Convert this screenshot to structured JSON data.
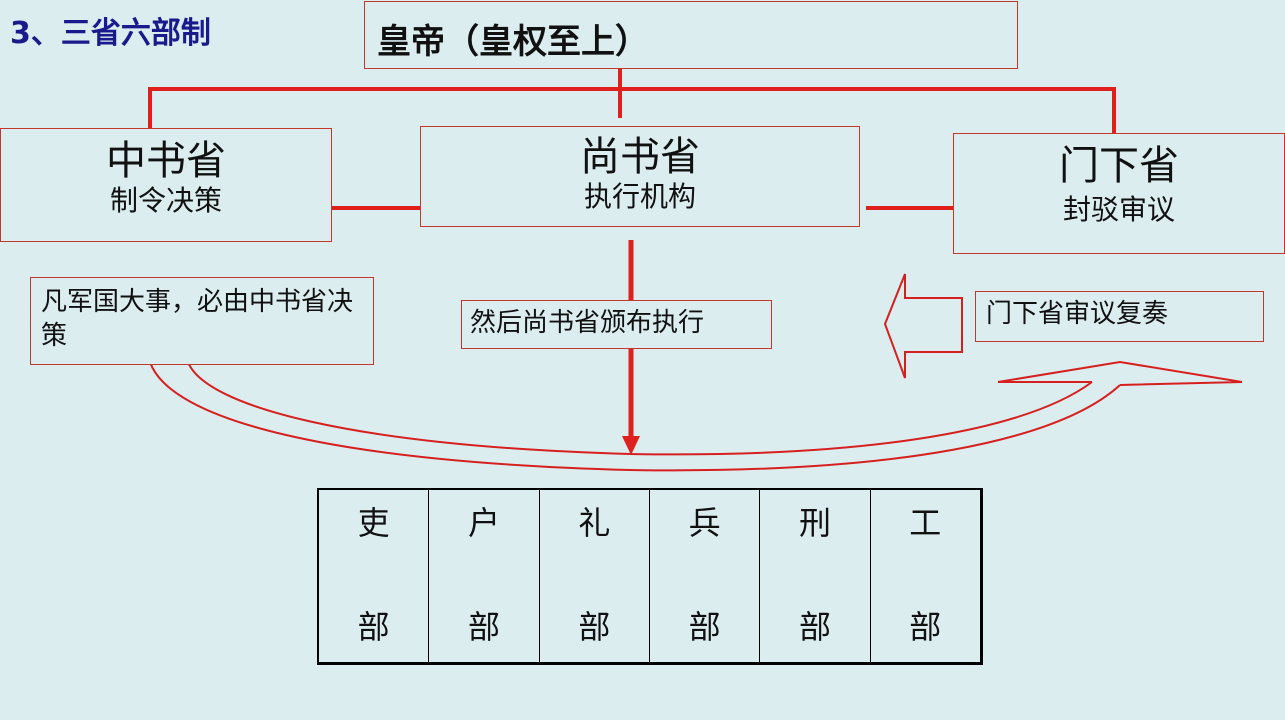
{
  "slide": {
    "title": "3、三省六部制"
  },
  "emperor": {
    "label": "皇帝（皇权至上）"
  },
  "departments": {
    "zhongshu": {
      "name": "中书省",
      "role": "制令决策"
    },
    "shangshu": {
      "name": "尚书省",
      "role": "执行机构"
    },
    "menxia": {
      "name": "门下省",
      "role": "封驳审议"
    }
  },
  "notes": {
    "decision": "凡军国大事，必由中书省决策",
    "execution": "然后尚书省颁布执行",
    "review": "门下省审议复奏"
  },
  "ministries": [
    {
      "top": "吏",
      "bottom": "部"
    },
    {
      "top": "户",
      "bottom": "部"
    },
    {
      "top": "礼",
      "bottom": "部"
    },
    {
      "top": "兵",
      "bottom": "部"
    },
    {
      "top": "刑",
      "bottom": "部"
    },
    {
      "top": "工",
      "bottom": "部"
    }
  ],
  "colors": {
    "line": "#e0201c",
    "background": "#dcedef",
    "title": "#1a1a8c"
  }
}
